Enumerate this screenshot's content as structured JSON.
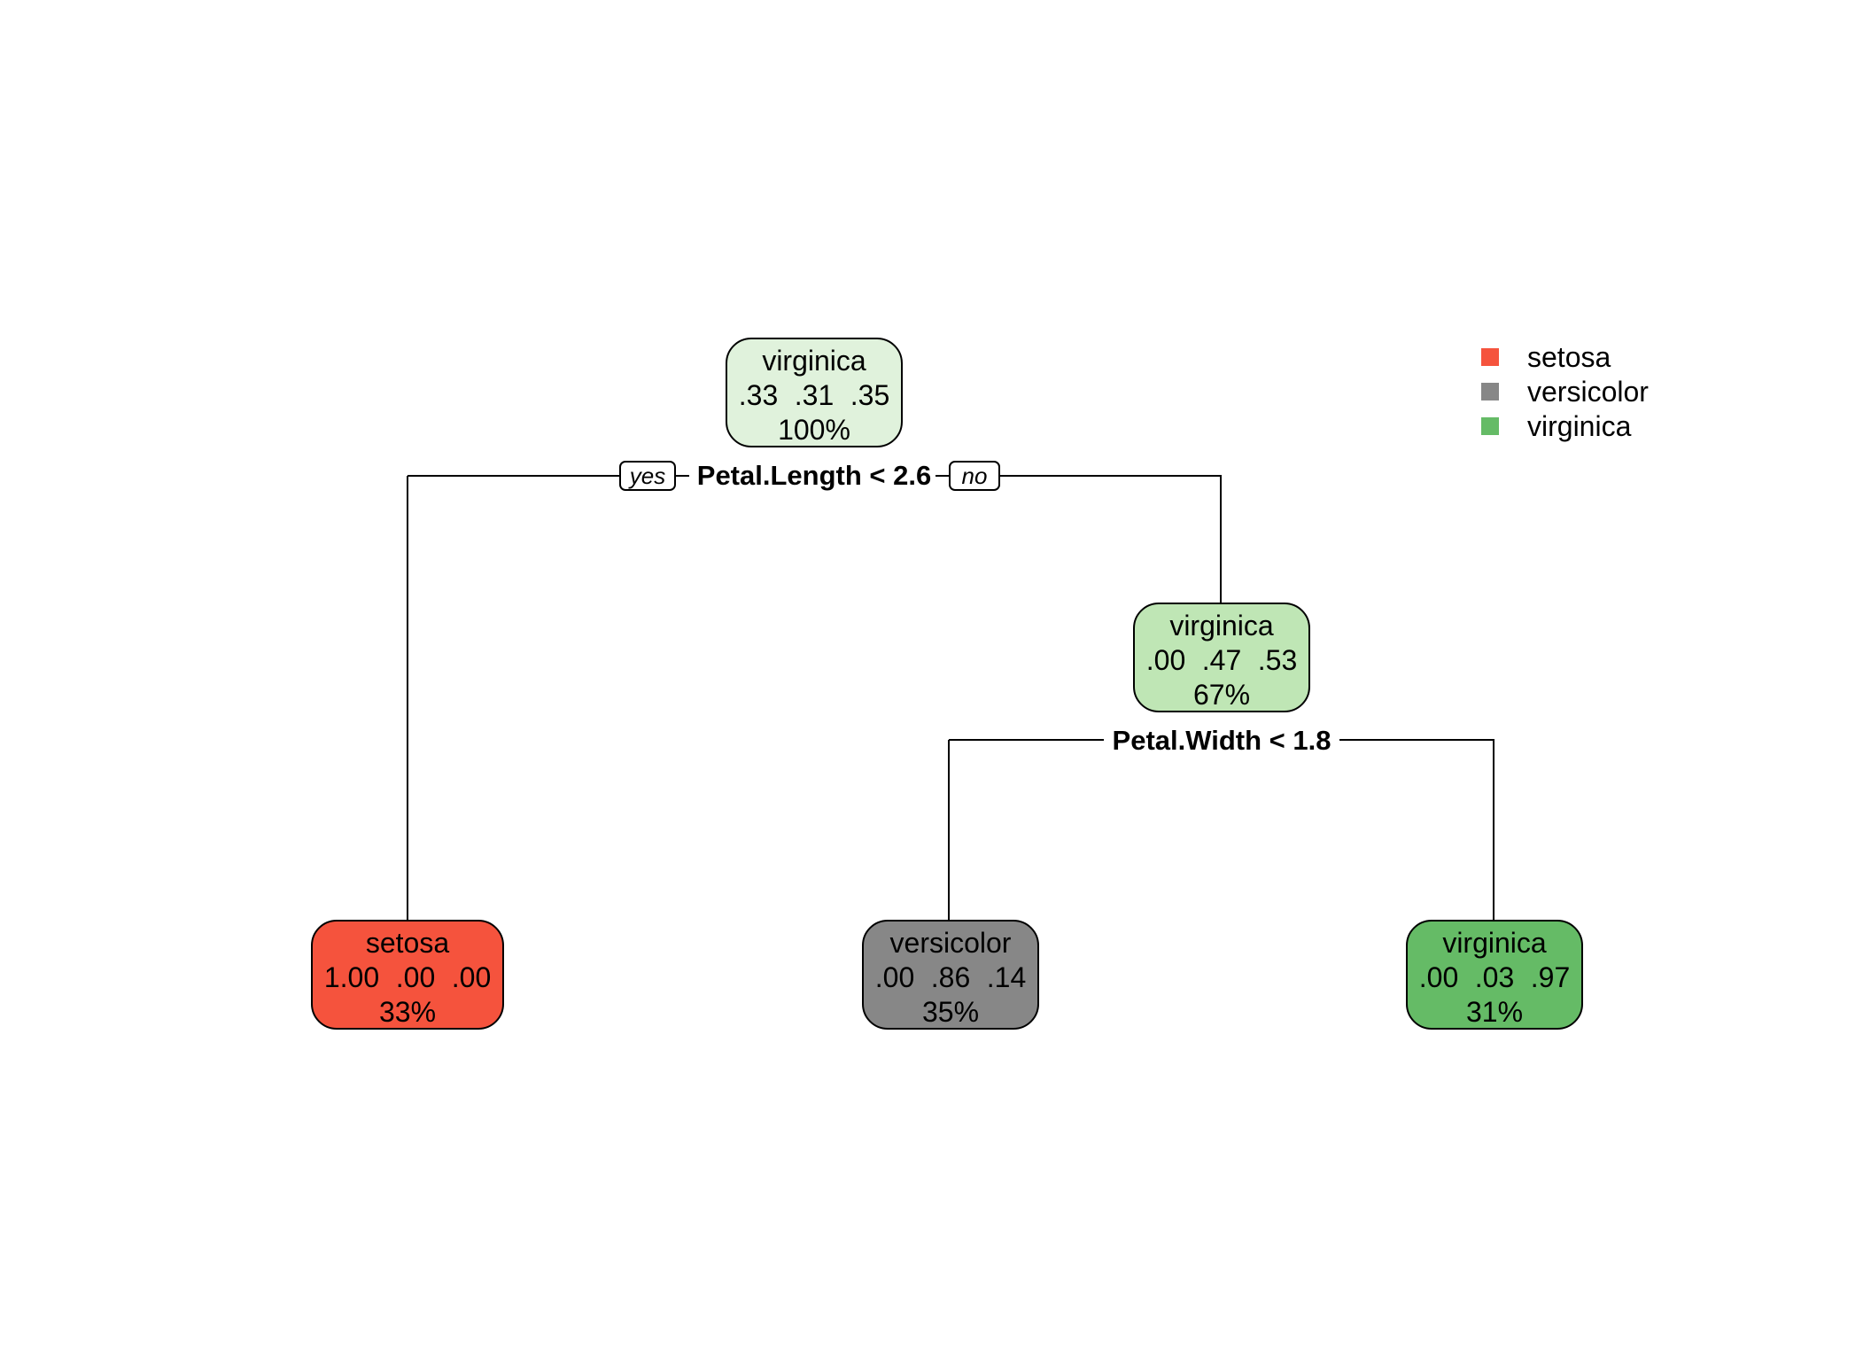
{
  "classes": [
    {
      "name": "setosa",
      "color": "#f5533d"
    },
    {
      "name": "versicolor",
      "color": "#878787"
    },
    {
      "name": "virginica",
      "color": "#65bb66"
    }
  ],
  "nodes": {
    "root": {
      "class_label": "virginica",
      "probs": [
        ".33",
        ".31",
        ".35"
      ],
      "percent": "100%",
      "fill": "#e0f2dc",
      "split": "Petal.Length < 2.6",
      "yes_label": "yes",
      "no_label": "no"
    },
    "right": {
      "class_label": "virginica",
      "probs": [
        ".00",
        ".47",
        ".53"
      ],
      "percent": "67%",
      "fill": "#bfe6b5",
      "split": "Petal.Width < 1.8"
    },
    "leaf_setosa": {
      "class_label": "setosa",
      "probs": [
        "1.00",
        ".00",
        ".00"
      ],
      "percent": "33%",
      "fill": "#f5533d"
    },
    "leaf_versicolor": {
      "class_label": "versicolor",
      "probs": [
        ".00",
        ".86",
        ".14"
      ],
      "percent": "35%",
      "fill": "#878787"
    },
    "leaf_virginica": {
      "class_label": "virginica",
      "probs": [
        ".00",
        ".03",
        ".97"
      ],
      "percent": "31%",
      "fill": "#65bb66"
    }
  }
}
